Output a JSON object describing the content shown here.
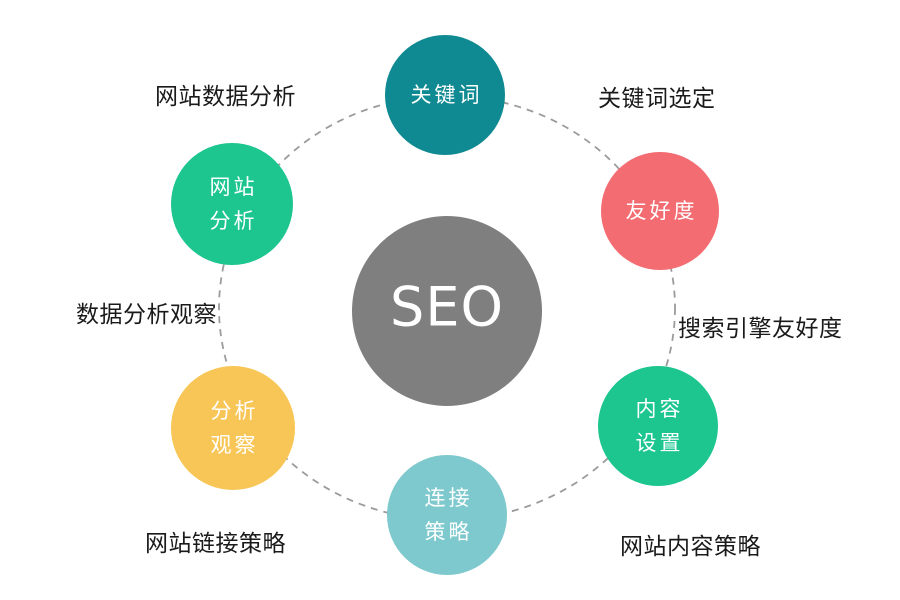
{
  "diagram": {
    "center": {
      "label": "SEO",
      "color": "#7f7f7f",
      "text_color": "#ffffff"
    },
    "ring": {
      "style": "dashed",
      "color": "#9b9b9b"
    },
    "nodes": {
      "top": {
        "lines": [
          "关键词"
        ],
        "color": "#108a92"
      },
      "top_right": {
        "lines": [
          "友好度"
        ],
        "color": "#f26c72"
      },
      "bottom_right": {
        "lines": [
          "内容",
          "设置"
        ],
        "color": "#1dc58f"
      },
      "bottom": {
        "lines": [
          "连接",
          "策略"
        ],
        "color": "#7ec9cd"
      },
      "bottom_left": {
        "lines": [
          "分析",
          "观察"
        ],
        "color": "#f8c657"
      },
      "top_left": {
        "lines": [
          "网站",
          "分析"
        ],
        "color": "#1dc58f"
      }
    },
    "outer_labels": {
      "top_left": "网站数据分析",
      "top_right": "关键词选定",
      "right": "搜索引擎友好度",
      "bottom_right": "网站内容策略",
      "bottom_left": "网站链接策略",
      "left": "数据分析观察"
    }
  }
}
